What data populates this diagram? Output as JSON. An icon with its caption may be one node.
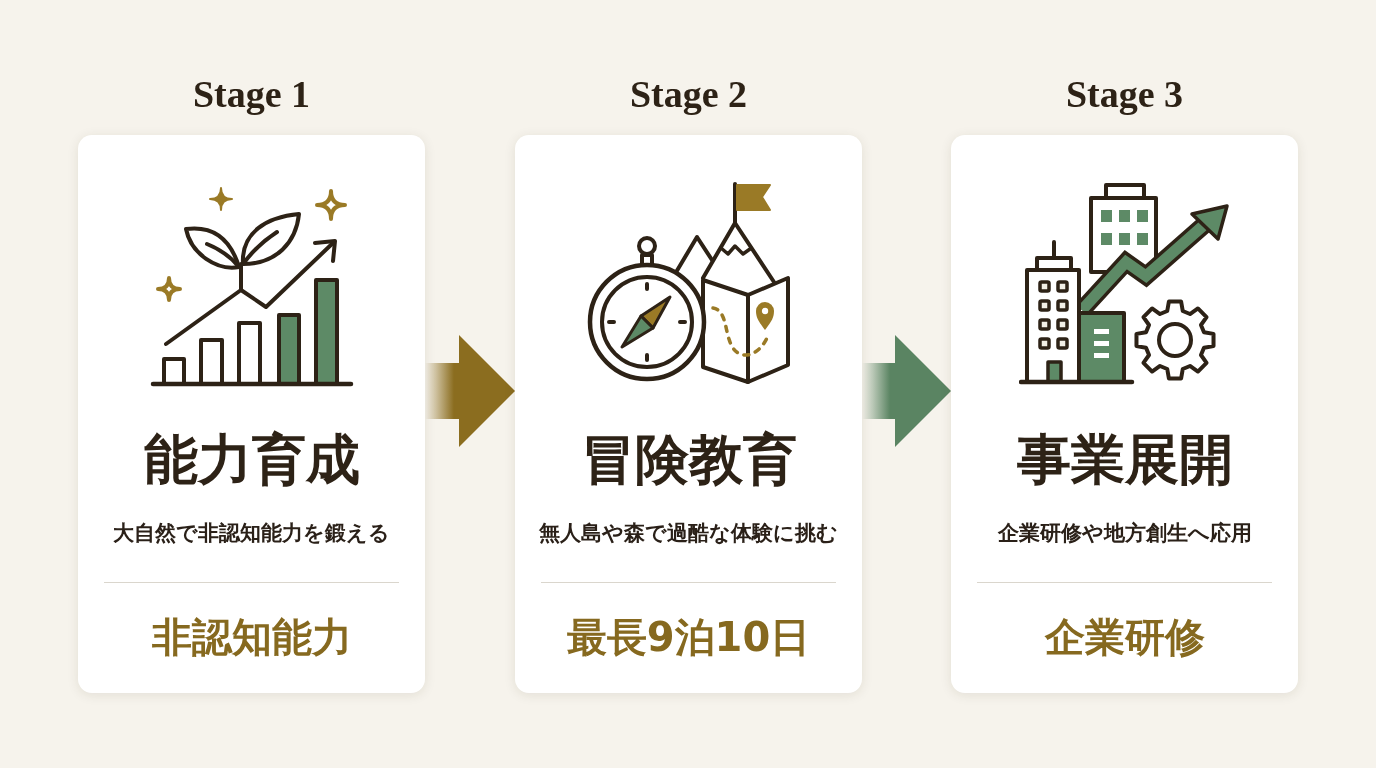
{
  "diagram": {
    "nodes": [
      {
        "text": [
          "Stage 1",
          "能力育成",
          "大自然で非認知能力を鍛える",
          "非認知能力"
        ]
      },
      {
        "text": [
          "Stage 2",
          "冒険教育",
          "無人島や森で過酷な体験に挑む",
          "最長9泊10日"
        ]
      },
      {
        "text": [
          "Stage 3",
          "事業展開",
          "企業研修や地方創生へ応用",
          "企業研修"
        ]
      }
    ],
    "edges": [
      {
        "from": 0,
        "to": 1,
        "arrow": "to",
        "color": "#8b6d1f"
      },
      {
        "from": 1,
        "to": 2,
        "arrow": "to",
        "color": "#5a8462"
      }
    ]
  }
}
